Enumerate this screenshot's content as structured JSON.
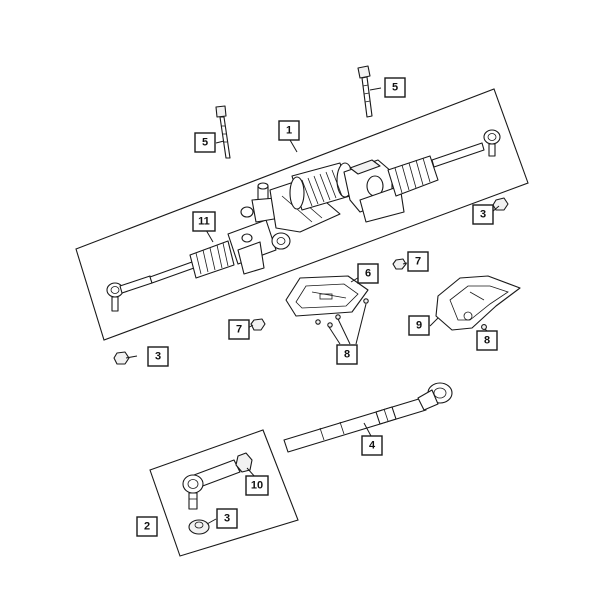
{
  "callouts": [
    {
      "id": "c1",
      "label": "1"
    },
    {
      "id": "c2",
      "label": "2"
    },
    {
      "id": "c3a",
      "label": "3"
    },
    {
      "id": "c3b",
      "label": "3"
    },
    {
      "id": "c3c",
      "label": "3"
    },
    {
      "id": "c4",
      "label": "4"
    },
    {
      "id": "c5a",
      "label": "5"
    },
    {
      "id": "c5b",
      "label": "5"
    },
    {
      "id": "c6",
      "label": "6"
    },
    {
      "id": "c7a",
      "label": "7"
    },
    {
      "id": "c7b",
      "label": "7"
    },
    {
      "id": "c8a",
      "label": "8"
    },
    {
      "id": "c8b",
      "label": "8"
    },
    {
      "id": "c9",
      "label": "9"
    },
    {
      "id": "c10",
      "label": "10"
    },
    {
      "id": "c11",
      "label": "11"
    }
  ]
}
